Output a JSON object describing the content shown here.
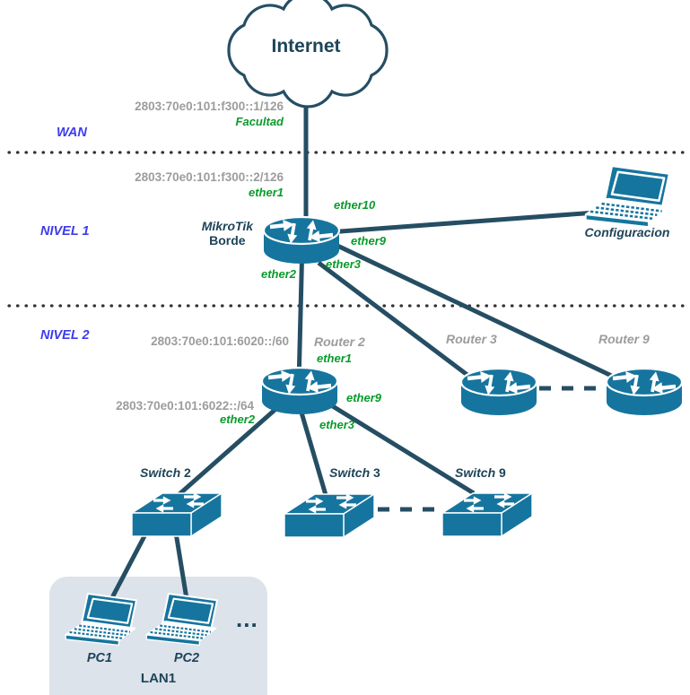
{
  "colors": {
    "device_teal": "#16759E",
    "link_line": "#254E63",
    "text_navy": "#1E4458",
    "text_gray": "#9C9C9C",
    "text_green": "#089B2A",
    "text_blue": "#3C3BEE",
    "lan_box_fill": "#DCE3EB",
    "dotted_separator": "#333333"
  },
  "internet": {
    "label": "Internet"
  },
  "wan_zone": {
    "label": "WAN",
    "ip_upstream": "2803:70e0:101:f300::1/126",
    "upstream_name": "Facultad",
    "ip_downstream": "2803:70e0:101:f300::2/126",
    "downstream_iface": "ether1"
  },
  "nivel1": {
    "label": "NIVEL 1",
    "border_router": {
      "brand": "MikroTik",
      "name": "Borde",
      "iface_ether10": "ether10",
      "iface_ether9": "ether9",
      "iface_ether3": "ether3",
      "iface_ether2": "ether2"
    },
    "config_host": {
      "label": "Configuracion"
    }
  },
  "nivel2": {
    "label": "NIVEL 2",
    "prefix_block": "2803:70e0:101:6020::/60",
    "lan_prefix": "2803:70e0:101:6022::/64",
    "router2": {
      "label": "Router 2",
      "iface_ether1": "ether1",
      "iface_ether2": "ether2",
      "iface_ether3": "ether3",
      "iface_ether9": "ether9"
    },
    "router3": {
      "label": "Router 3"
    },
    "router9": {
      "label": "Router 9"
    }
  },
  "access": {
    "switch2": {
      "word": "Switch",
      "num": "2"
    },
    "switch3": {
      "word": "Switch",
      "num": "3"
    },
    "switch9": {
      "word": "Switch",
      "num": "9"
    }
  },
  "lan": {
    "label": "LAN1",
    "pc1": "PC1",
    "pc2": "PC2",
    "ellipsis": "..."
  }
}
